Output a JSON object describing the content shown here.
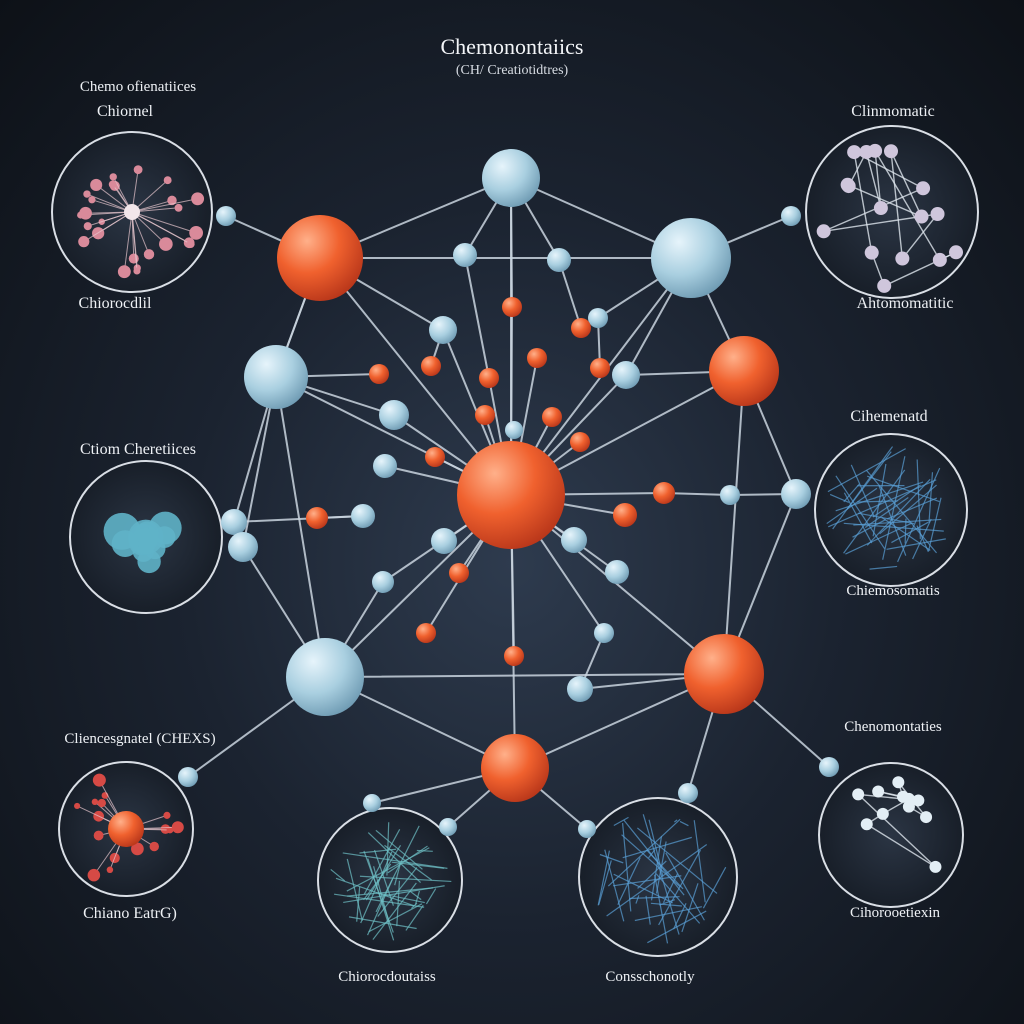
{
  "diagram": {
    "title": "Chemonontaiics",
    "subtitle": "(CH/ Creatiotidtres)",
    "colors": {
      "background": "#1b2330",
      "edge": "#c9d3de",
      "node_blue": "#a9cfe0",
      "node_orange": "#f0612e",
      "inset_border": "#d9dee5"
    },
    "insets": [
      {
        "id": "top-left",
        "label_top": "Chemo ofienatiices",
        "label_top_2": "Chiornel",
        "label_bottom": "Chiorocdlil",
        "style": "pink-radial"
      },
      {
        "id": "top-right",
        "label_top": "Clinmomatic",
        "label_bottom": "Ahtomomatitic",
        "style": "lavender-network"
      },
      {
        "id": "mid-left",
        "label_top": "Ctiom Cheretiices",
        "label_bottom": "",
        "style": "blue-blob"
      },
      {
        "id": "mid-right",
        "label_top": "Cihemenatd",
        "label_bottom": "Chiemosomatis",
        "style": "blue-mesh"
      },
      {
        "id": "bottom-left",
        "label_top": "Cliencesgnatel (CHEXS)",
        "label_bottom": "Chiano EatrG)",
        "style": "red-radial"
      },
      {
        "id": "bottom-center-left",
        "label_top": "",
        "label_bottom": "Chiorocdoutaiss",
        "style": "teal-tangle"
      },
      {
        "id": "bottom-center-right",
        "label_top": "",
        "label_bottom": "Consschonotly",
        "style": "blue-wire"
      },
      {
        "id": "bottom-right",
        "label_top": "Chenomontaties",
        "label_bottom": "Cihorooetiexin",
        "style": "white-network"
      }
    ]
  }
}
